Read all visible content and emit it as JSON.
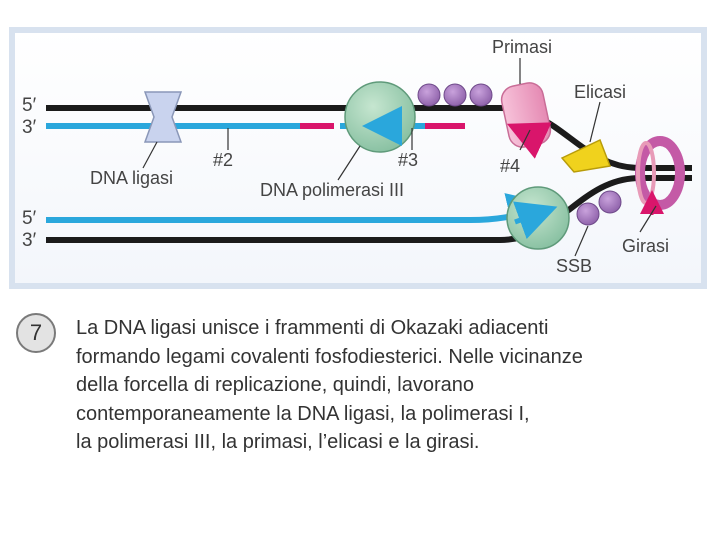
{
  "diagram": {
    "labels": {
      "five_prime_top": "5′",
      "three_prime_top": "3′",
      "five_prime_bottom": "5′",
      "three_prime_bottom": "3′",
      "primasi": "Primasi",
      "elicasi": "Elicasi",
      "dna_ligasi": "DNA ligasi",
      "fragment_2": "#2",
      "fragment_3": "#3",
      "fragment_4": "#4",
      "dna_polimerasi_iii": "DNA polimerasi III",
      "girasi": "Girasi",
      "ssb": "SSB"
    },
    "colors": {
      "strand": "#1b1b1b",
      "new_strand": "#2aa7dc",
      "primer": "#d9156b",
      "polymerase": "#9fd0b1",
      "ssb": "#a87bbf",
      "primase": "#f2a6c6",
      "helicase": "#f0d21d",
      "gyrase": "#c45aa6",
      "ligase": "#c9d3ee"
    }
  },
  "caption": {
    "step_number": "7",
    "lines": [
      "La DNA ligasi unisce i frammenti di Okazaki adiacenti",
      "formando legami covalenti fosfodiesterici. Nelle vicinanze",
      "della forcella di replicazione, quindi, lavorano",
      "contemporaneamente la DNA ligasi, la polimerasi I,",
      "la polimerasi III, la primasi, l’elicasi e la girasi."
    ]
  }
}
